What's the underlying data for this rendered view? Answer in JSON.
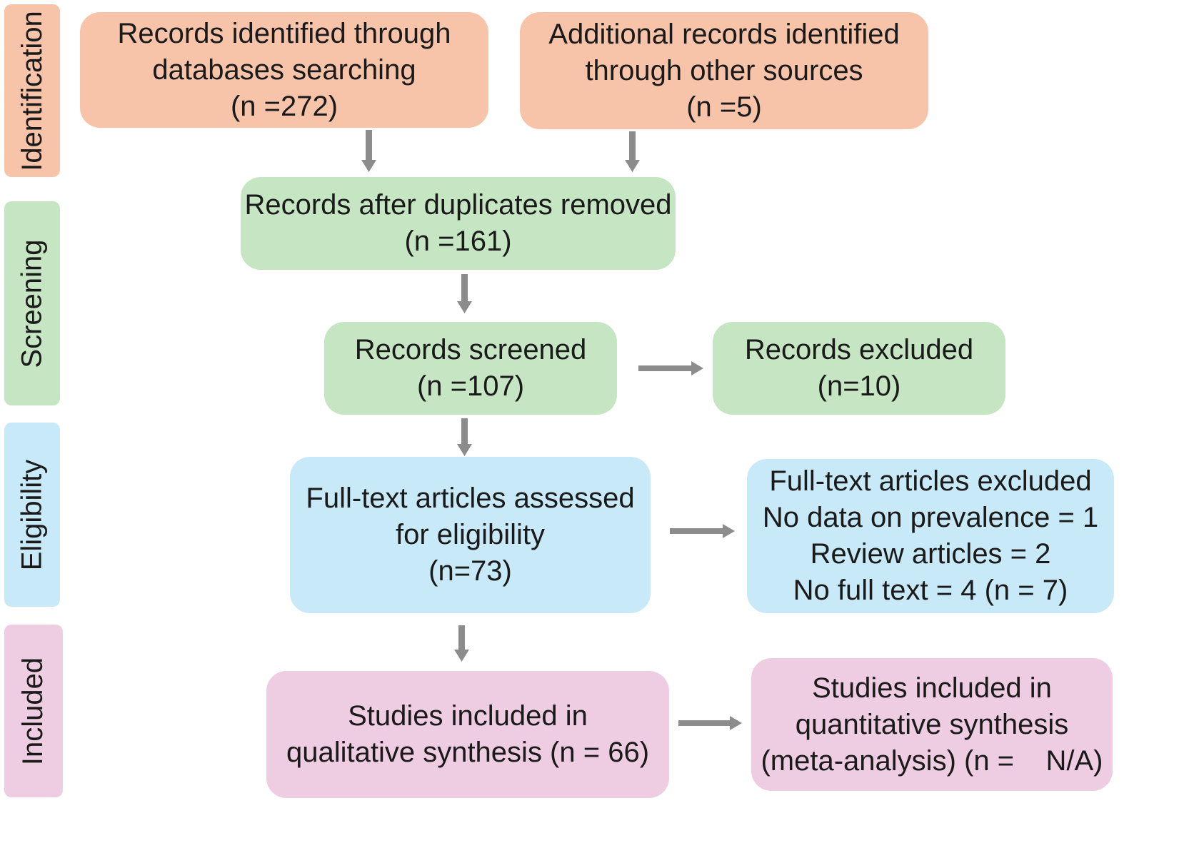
{
  "phases": {
    "identification": "Identification",
    "screening": "Screening",
    "eligibility": "Eligibility",
    "included": "Included"
  },
  "boxes": {
    "db_records": [
      "Records identified through",
      "databases searching",
      "(n =272)"
    ],
    "other_records": [
      "Additional records identified",
      "through other sources",
      "(n =5)"
    ],
    "after_duplicates": [
      "Records after duplicates removed",
      "(n =161)"
    ],
    "screened": [
      "Records screened",
      "(n =107)"
    ],
    "excluded": [
      "Records excluded",
      "(n=10)"
    ],
    "fulltext_assessed": [
      "Full-text articles assessed",
      "for eligibility",
      "(n=73)"
    ],
    "fulltext_excluded": [
      "Full-text articles excluded",
      "No data on prevalence = 1",
      "Review articles = 2",
      "No full text = 4 (n = 7)"
    ],
    "qualitative": [
      "Studies included in",
      "qualitative synthesis (n = 66)"
    ],
    "quantitative": [
      "Studies included in",
      "quantitative synthesis",
      "(meta-analysis) (n =    N/A)"
    ]
  },
  "colors": {
    "identification": "#f7c4aa",
    "screening": "#c5e5c3",
    "eligibility": "#c8e9f8",
    "included": "#eecde2",
    "arrow": "#8c8c8c"
  }
}
